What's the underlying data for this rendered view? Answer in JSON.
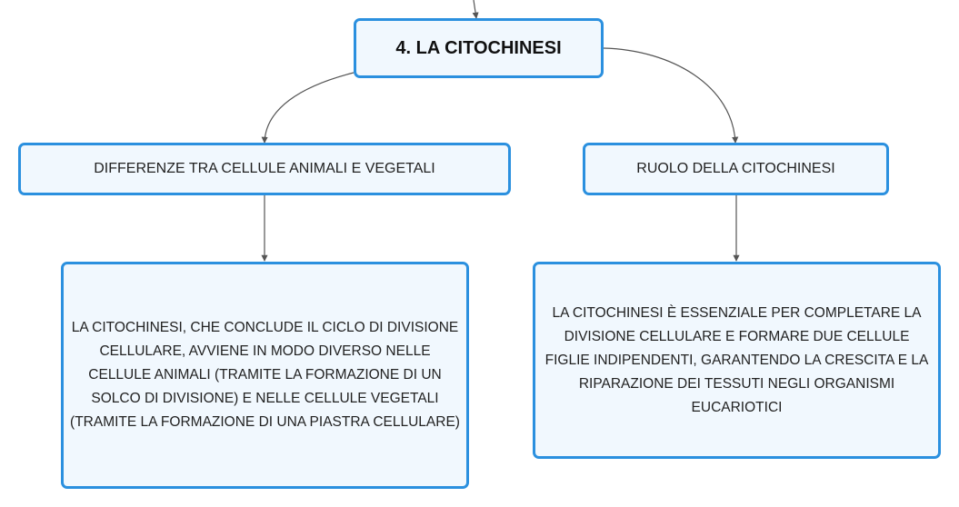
{
  "map": {
    "root": {
      "label": "4. LA CITOCHINESI"
    },
    "branches": [
      {
        "label": "DIFFERENZE TRA CELLULE ANIMALI E VEGETALI",
        "detail": "LA CITOCHINESI, CHE CONCLUDE IL CICLO DI DIVISIONE CELLULARE, AVVIENE IN MODO DIVERSO NELLE CELLULE ANIMALI (TRAMITE LA FORMAZIONE DI UN SOLCO DI DIVISIONE) E NELLE CELLULE VEGETALI (TRAMITE LA FORMAZIONE DI UNA PIASTRA CELLULARE)"
      },
      {
        "label": "RUOLO DELLA CITOCHINESI",
        "detail": "LA CITOCHINESI È ESSENZIALE PER COMPLETARE LA DIVISIONE CELLULARE E FORMARE DUE CELLULE FIGLIE INDIPENDENTI, GARANTENDO LA CRESCITA E LA RIPARAZIONE DEI TESSUTI NEGLI ORGANISMI EUCARIOTICI"
      }
    ]
  },
  "colors": {
    "node_border": "#2b90df",
    "node_fill": "#f1f8fe",
    "connector": "#555555"
  }
}
